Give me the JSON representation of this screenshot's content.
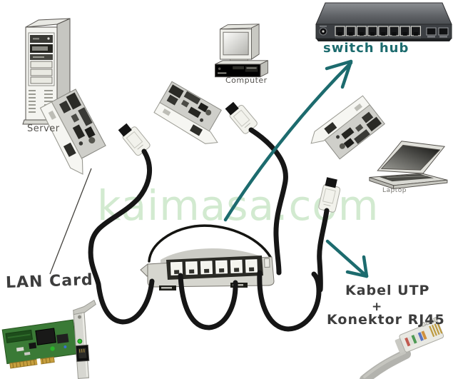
{
  "watermark": "kaimasa.com",
  "labels": {
    "server": "Server",
    "computer": "Computer",
    "laptop": "Laptop",
    "switch_hub": "switch hub",
    "lan_card": "LAN Card",
    "kabel_utp": "Kabel UTP",
    "plus": "+",
    "konektor_rj45": "Konektor RJ45"
  },
  "colors": {
    "annotation_teal": "#1c6b6e",
    "watermark_green": "#d2ead0",
    "handwriting_dark": "#3d3d3d",
    "cable_black": "#161616",
    "switch_body_gray": "#3c3f43",
    "pcb_green": "#3a7a36",
    "gold_edge": "#c79f3d"
  },
  "components": [
    "server-tower",
    "lan-card",
    "rj45-connector",
    "desktop-computer",
    "switch-hub",
    "laptop",
    "central-hub",
    "utp-cables",
    "pci-lan-card-photo",
    "utp-cable-with-rj45-plug"
  ]
}
